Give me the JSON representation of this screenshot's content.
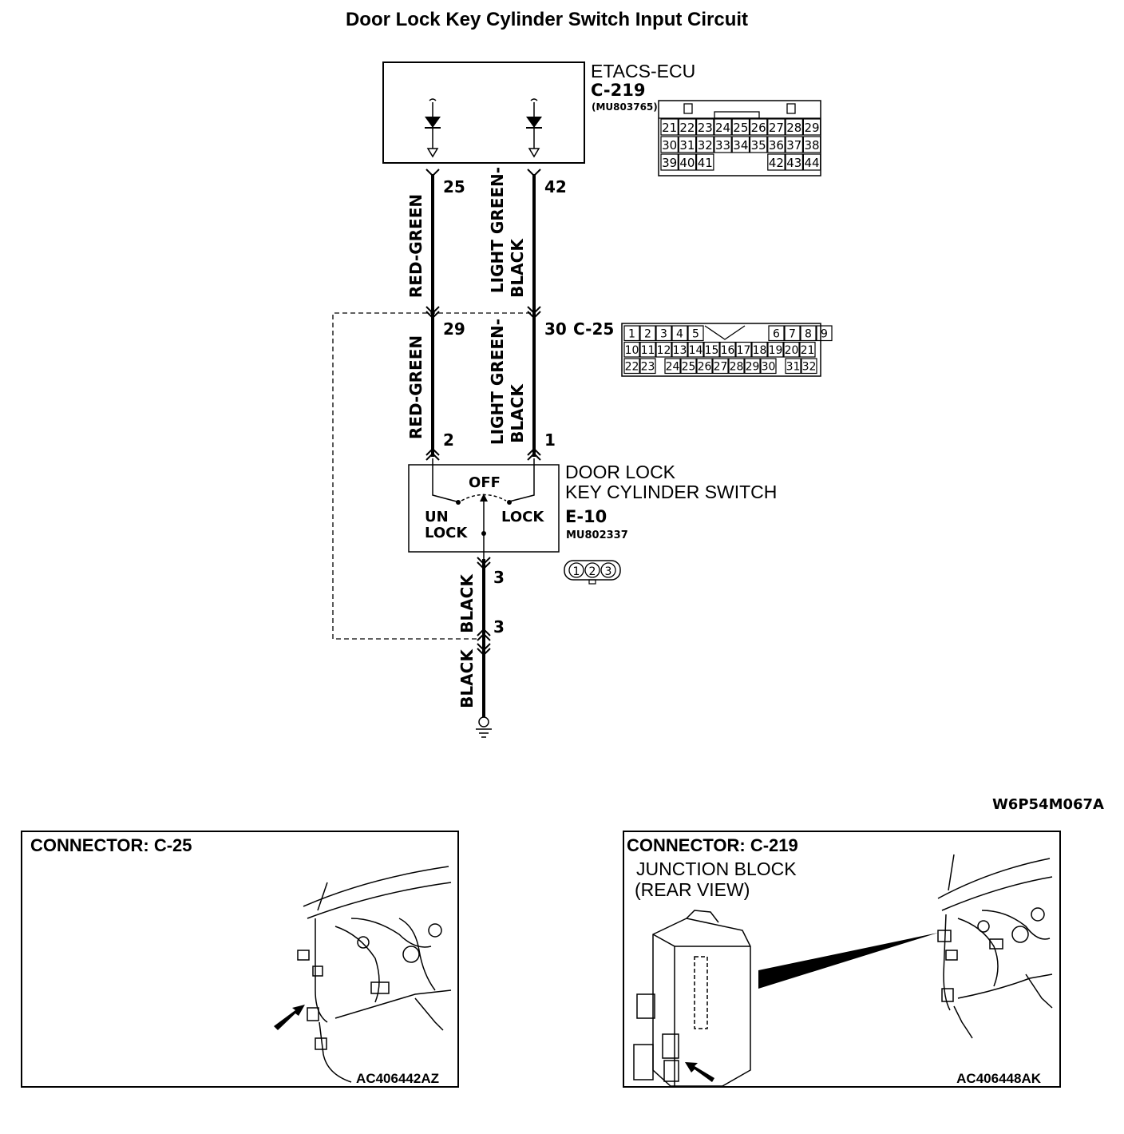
{
  "title": "Door Lock Key Cylinder Switch Input Circuit",
  "figure_code": "W6P54M067A",
  "etacs": {
    "name": "ETACS-ECU",
    "connector": "C-219",
    "part_number": "(MU803765)",
    "pin_rows": [
      [
        "21",
        "22",
        "23",
        "24",
        "25",
        "26",
        "27",
        "28",
        "29"
      ],
      [
        "30",
        "31",
        "32",
        "33",
        "34",
        "35",
        "36",
        "37",
        "38"
      ],
      [
        "39",
        "40",
        "41",
        "",
        "",
        "",
        "42",
        "43",
        "44"
      ]
    ]
  },
  "wires": {
    "left_upper_color": "RED-GREEN",
    "right_upper_color_line1": "LIGHT GREEN-",
    "right_upper_color_line2": "BLACK",
    "left_mid_color": "RED-GREEN",
    "right_mid_color_line1": "LIGHT GREEN-",
    "right_mid_color_line2": "BLACK",
    "ground_upper_color": "BLACK",
    "ground_lower_color": "BLACK"
  },
  "pins": {
    "ecu_left": "25",
    "ecu_right": "42",
    "c25_left": "29",
    "c25_right": "30",
    "switch_left": "2",
    "switch_right": "1",
    "switch_bottom": "3",
    "junction_bottom": "3"
  },
  "c25": {
    "label": "C-25",
    "pin_rows": [
      [
        "1",
        "2",
        "3",
        "4",
        "5",
        "",
        "",
        "",
        "6",
        "7",
        "8",
        "9"
      ],
      [
        "10",
        "11",
        "12",
        "13",
        "14",
        "15",
        "16",
        "17",
        "18",
        "19",
        "20",
        "21"
      ],
      [
        "22",
        "23",
        "",
        "24",
        "25",
        "26",
        "27",
        "28",
        "29",
        "30",
        "",
        "31",
        "32"
      ]
    ]
  },
  "switch": {
    "name_line1": "DOOR LOCK",
    "name_line2": "KEY CYLINDER SWITCH",
    "connector": "E-10",
    "part_number": "MU802337",
    "off_label": "OFF",
    "unlock_line1": "UN",
    "unlock_line2": "LOCK",
    "lock_label": "LOCK",
    "pin_labels": [
      "1",
      "2",
      "3"
    ]
  },
  "panel_left": {
    "heading": "CONNECTOR: C-25",
    "code": "AC406442AZ"
  },
  "panel_right": {
    "heading": "CONNECTOR: C-219",
    "sub_line1": "JUNCTION BLOCK",
    "sub_line2": "(REAR VIEW)",
    "code": "AC406448AK"
  }
}
